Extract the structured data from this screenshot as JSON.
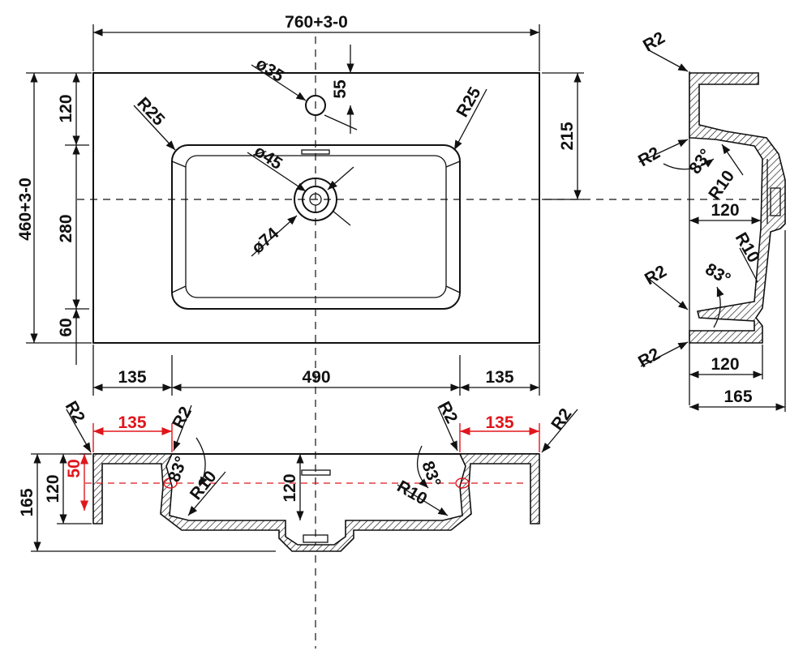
{
  "colors": {
    "line": "#111111",
    "highlight": "#e0161c",
    "background": "#ffffff"
  },
  "top_view": {
    "overall_width": "760+3-0",
    "overall_depth": "460+3-0",
    "tap_hole": "ø35",
    "tap_offset": "55",
    "corner_radius_left": "R25",
    "corner_radius_right": "R25",
    "drain_inner": "ø45",
    "drain_outer": "ø74",
    "front_margin": "120",
    "basin_length": "280",
    "back_margin": "60",
    "drain_center_depth": "215",
    "left_margin": "135",
    "basin_width": "490",
    "right_margin": "135"
  },
  "front_section": {
    "total_height": "165",
    "basin_depth": "120",
    "red_height": "50",
    "left_ledge": "135",
    "right_ledge": "135",
    "radius_left_outer": "R2",
    "radius_left_inner": "R2",
    "radius_right_inner": "R2",
    "radius_right_outer": "R2",
    "angle_left": "83°",
    "angle_right": "83°",
    "fillet_left": "R10",
    "fillet_right": "R10",
    "center_depth": "120"
  },
  "side_section": {
    "radius_top": "R2",
    "radius_upper_inner": "R2",
    "radius_lower_inner": "R2",
    "radius_bottom": "R2",
    "angle_upper": "83°",
    "angle_lower": "83°",
    "fillet_upper": "R10",
    "fillet_lower": "R10",
    "inner_depth": "120",
    "bottom_depth": "120",
    "total_height": "165"
  }
}
